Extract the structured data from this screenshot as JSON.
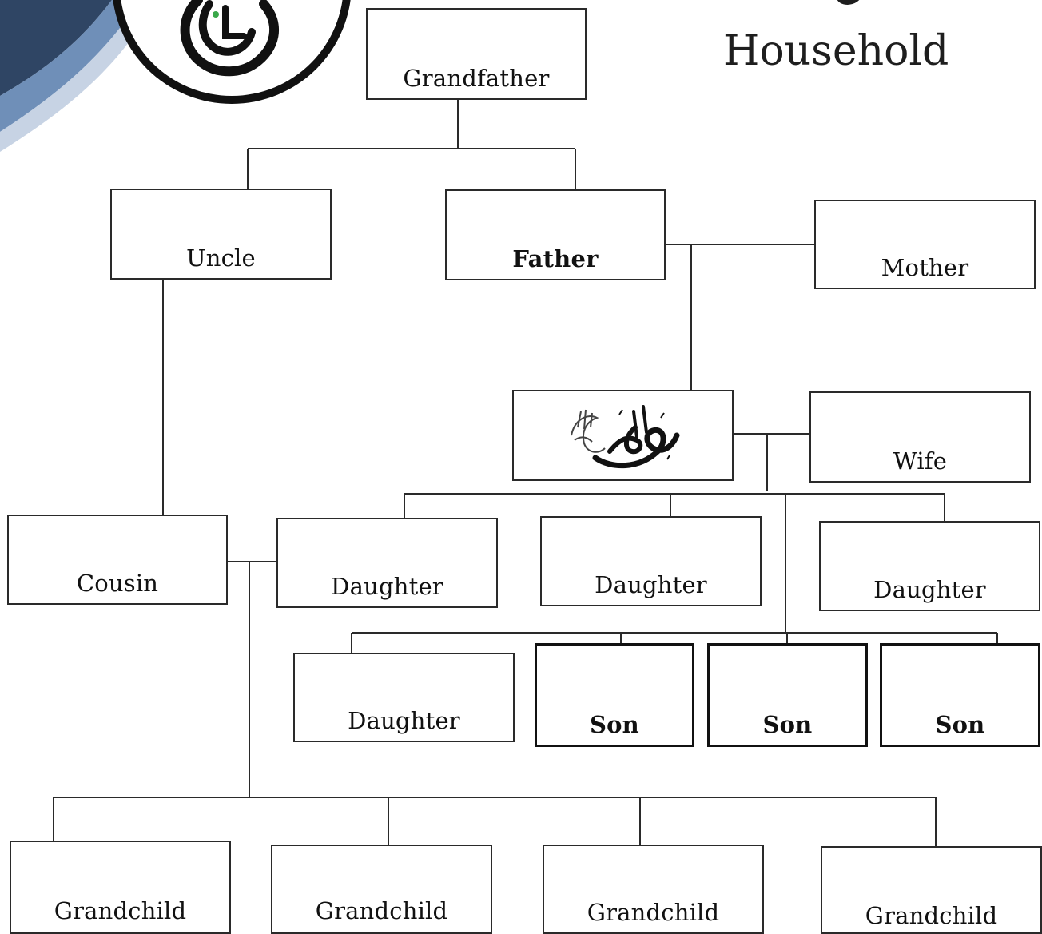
{
  "title": "Household",
  "colors": {
    "line": "#2a2a2a",
    "navy": "#2f4564",
    "steel": "#6f8fb8",
    "pale": "#c7d3e4"
  },
  "icons": [
    "logo-emblem",
    "muhammad-calligraphy"
  ],
  "nodes": {
    "grandfather": "Grandfather",
    "uncle": "Uncle",
    "father": "Father",
    "mother": "Mother",
    "wife": "Wife",
    "cousin": "Cousin",
    "daughters": [
      "Daughter",
      "Daughter",
      "Daughter",
      "Daughter"
    ],
    "sons": [
      "Son",
      "Son",
      "Son"
    ],
    "grandchildren": [
      "Grandchild",
      "Grandchild",
      "Grandchild",
      "Grandchild"
    ]
  }
}
